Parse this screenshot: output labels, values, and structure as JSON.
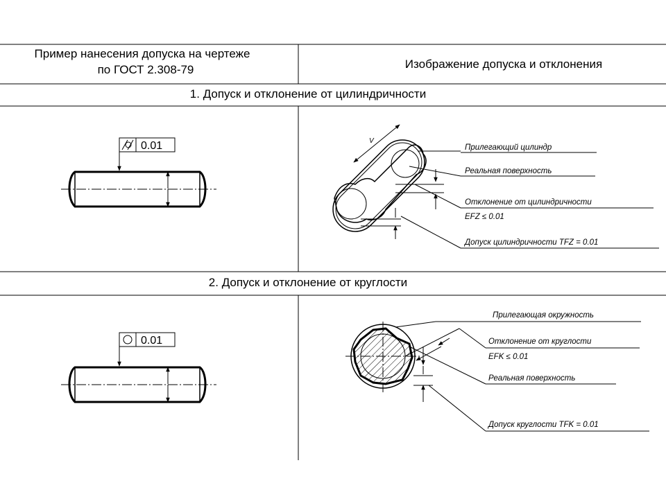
{
  "table": {
    "header_left_line1": "Пример нанесения допуска на чертеже",
    "header_left_line2": "по ГОСТ 2.308-79",
    "header_right": "Изображение допуска и отклонения"
  },
  "section1": {
    "title": "1. Допуск и отклонение от цилиндричности",
    "tolerance_value": "0.01",
    "tolerance_symbol": "cylindricity-icon",
    "callouts": {
      "adjacent": "Прилегающий цилиндр",
      "real_surface": "Реальная поверхность",
      "deviation_line1": "Отклонение от цилиндричности",
      "deviation_line2": "EFZ ≤ 0.01",
      "tolerance": "Допуск цилиндричности TFZ = 0.01"
    }
  },
  "section2": {
    "title": "2. Допуск и отклонение от круглости",
    "tolerance_value": "0.01",
    "tolerance_symbol": "roundness-icon",
    "callouts": {
      "adjacent": "Прилегающая окружность",
      "deviation_line1": "Отклонение от круглости",
      "deviation_line2": "EFK ≤ 0.01",
      "real_surface": "Реальная поверхность",
      "tolerance": "Допуск круглости TFK = 0.01"
    }
  }
}
